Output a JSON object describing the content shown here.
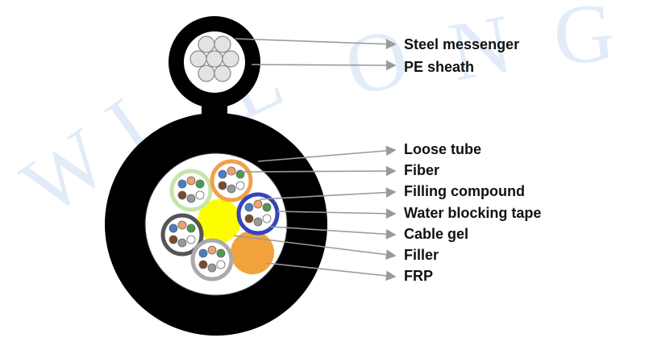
{
  "watermark": {
    "letters": [
      "W",
      "I",
      "L",
      "O",
      "N",
      "G"
    ],
    "color": "#c9ddf3"
  },
  "colors": {
    "sheath": "#000000",
    "steel": "#e3e3e3",
    "filling": "#ffffff",
    "tube_outline": "#777777",
    "yellow_filler": "#fdfd00",
    "frp": "#f2a23a",
    "leader_line": "#9a9a9a"
  },
  "tube_colors": [
    "#c6e5a9",
    "#f0a14a",
    "#3344bb",
    "#555555",
    "#aaaaaa"
  ],
  "fiber_colors": [
    "#4a7cc7",
    "#f0a16e",
    "#4c9b4c",
    "#7a4a2a",
    "#999999",
    "#ffffff"
  ],
  "labels": [
    "Steel messenger",
    "PE sheath",
    "Loose tube",
    "Fiber",
    "Filling compound",
    "Water blocking tape",
    "Cable gel",
    "Filler",
    "FRP"
  ]
}
